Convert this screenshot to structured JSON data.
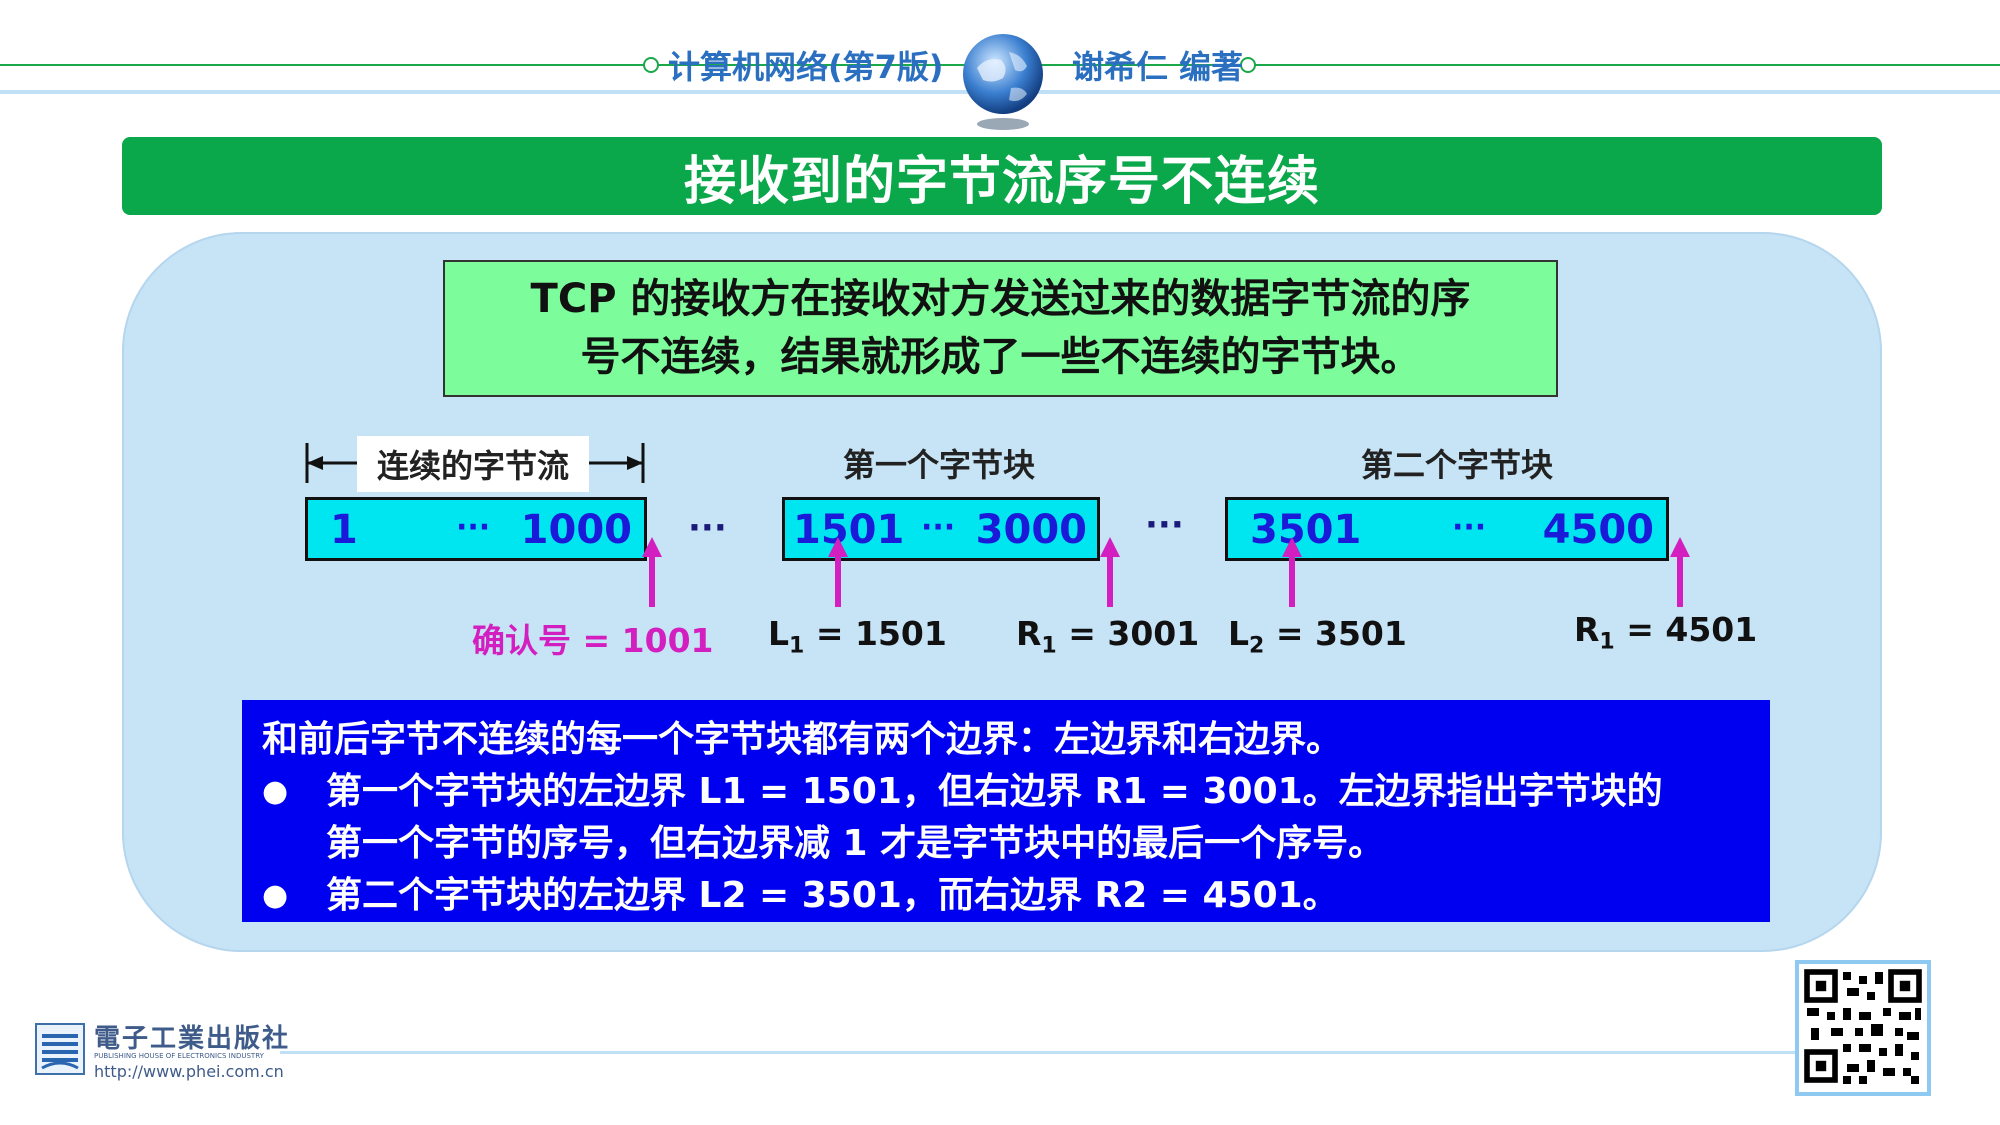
{
  "header": {
    "book_title": "计算机网络(第7版)",
    "author": "谢希仁 编著"
  },
  "title": "接收到的字节流序号不连续",
  "intro": {
    "line1": "TCP 的接收方在接收对方发送过来的数据字节流的序",
    "line2": "号不连续，结果就形成了一些不连续的字节块。"
  },
  "diagram": {
    "continuous_label": "连续的字节流",
    "block1_label": "第一个字节块",
    "block2_label": "第二个字节块",
    "ellipsis": "···",
    "continuous": {
      "start": "1",
      "end": "1000"
    },
    "block1": {
      "start": "1501",
      "end": "3000"
    },
    "block2": {
      "start": "3501",
      "end": "4500"
    },
    "ack": {
      "label": "确认号",
      "value": "1001"
    },
    "L1": {
      "letter": "L",
      "sub": "1",
      "value": "1501"
    },
    "R1": {
      "letter": "R",
      "sub": "1",
      "value": "3001"
    },
    "L2": {
      "letter": "L",
      "sub": "2",
      "value": "3501"
    },
    "R2": {
      "letter": "R",
      "sub": "1",
      "value": "4501"
    },
    "colors": {
      "arrow": "#d31fc0",
      "block_fill": "#00e6f0",
      "block_text": "#1a1ad8"
    }
  },
  "info": {
    "line1": "和前后字节不连续的每一个字节块都有两个边界：左边界和右边界。",
    "bullet1_a": "第一个字节块的左边界 L1 = 1501，但右边界 R1 = 3001。左边界指出字节块的",
    "bullet1_b": "第一个字节的序号，但右边界减 1 才是字节块中的最后一个序号。",
    "bullet2": "第二个字节块的左边界 L2 = 3501，而右边界 R2 = 4501。",
    "bullet_symbol": "●"
  },
  "footer": {
    "publisher": "電子工業出版社",
    "publisher_en": "PUBLISHING HOUSE OF ELECTRONICS INDUSTRY",
    "url": "http://www.phei.com.cn"
  }
}
